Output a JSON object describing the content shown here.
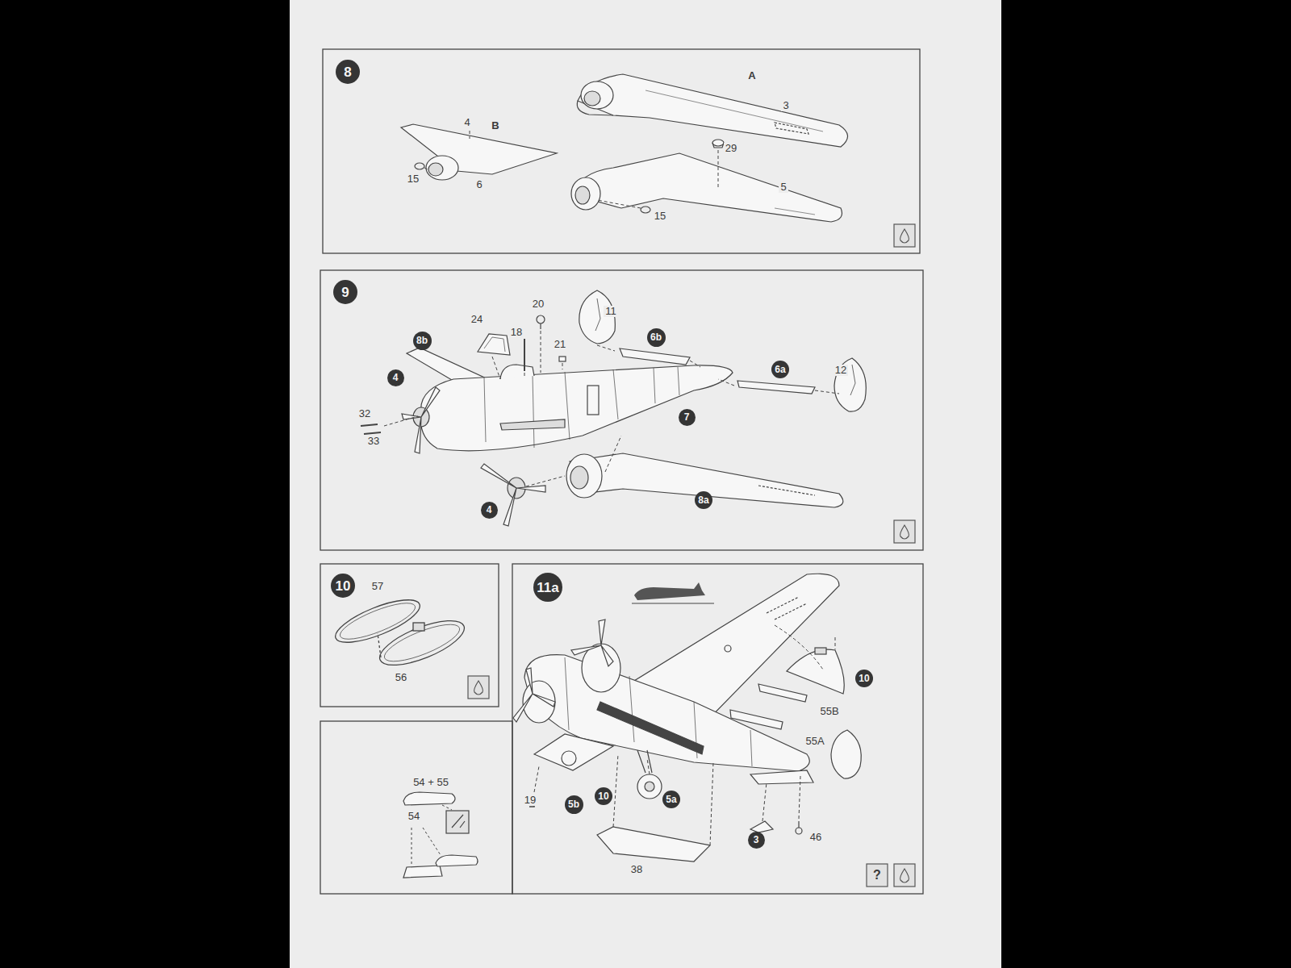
{
  "diagram": {
    "nodes": [
      {
        "text": [
          "8"
        ]
      },
      {
        "text": [
          "9"
        ]
      },
      {
        "text": [
          "8b"
        ]
      },
      {
        "text": [
          "6b"
        ]
      },
      {
        "text": [
          "4"
        ]
      },
      {
        "text": [
          "6a"
        ]
      },
      {
        "text": [
          "7"
        ]
      },
      {
        "text": [
          "4"
        ]
      },
      {
        "text": [
          "8a"
        ]
      },
      {
        "text": [
          "10"
        ]
      },
      {
        "text": [
          "11a"
        ]
      },
      {
        "text": [
          "10"
        ]
      },
      {
        "text": [
          "5b"
        ]
      },
      {
        "text": [
          "10"
        ]
      },
      {
        "text": [
          "5a"
        ]
      },
      {
        "text": [
          "3"
        ]
      }
    ],
    "edges": [],
    "labels": [
      "A",
      "3",
      "4",
      "B",
      "29",
      "15",
      "6",
      "5",
      "15",
      "20",
      "11",
      "24",
      "18",
      "21",
      "12",
      "32",
      "33",
      "57",
      "56",
      "55B",
      "55A",
      "54 + 55",
      "19",
      "54",
      "46",
      "38",
      "?"
    ]
  }
}
